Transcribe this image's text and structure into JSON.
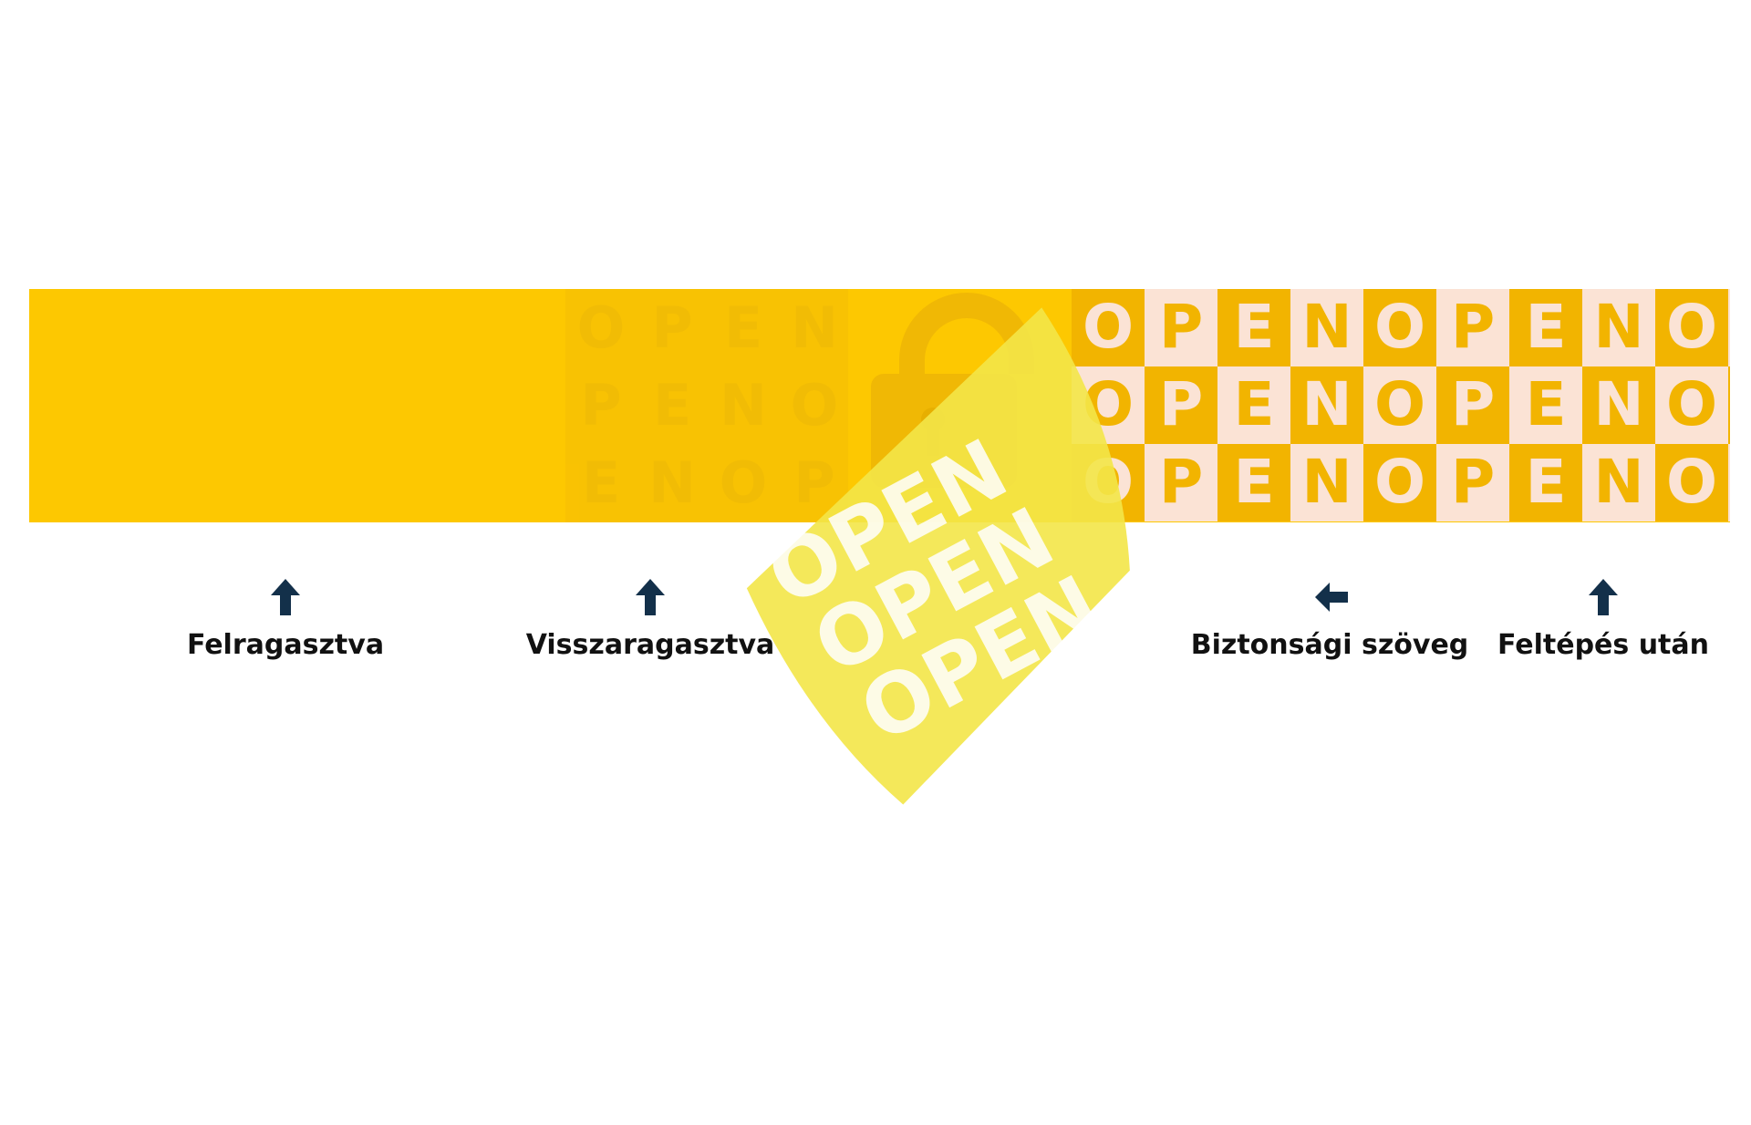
{
  "tape": {
    "pattern_text": "OPEN",
    "icon": "open-padlock-icon",
    "colors": {
      "base": "#FDC801",
      "dark_cell": "#F2B400",
      "light_cell": "#FBE3D5",
      "peeled_film": "#F3E548",
      "ghost": "#E8B40A"
    }
  },
  "labels": [
    {
      "text": "Felragasztva",
      "arrow": "up-arrow-icon"
    },
    {
      "text": "Visszaragasztva",
      "arrow": "up-arrow-icon"
    },
    {
      "text": "Biztonsági szöveg",
      "arrow": "left-arrow-icon"
    },
    {
      "text": "Feltépés után",
      "arrow": "up-arrow-icon"
    }
  ],
  "arrow_color": "#13304A"
}
